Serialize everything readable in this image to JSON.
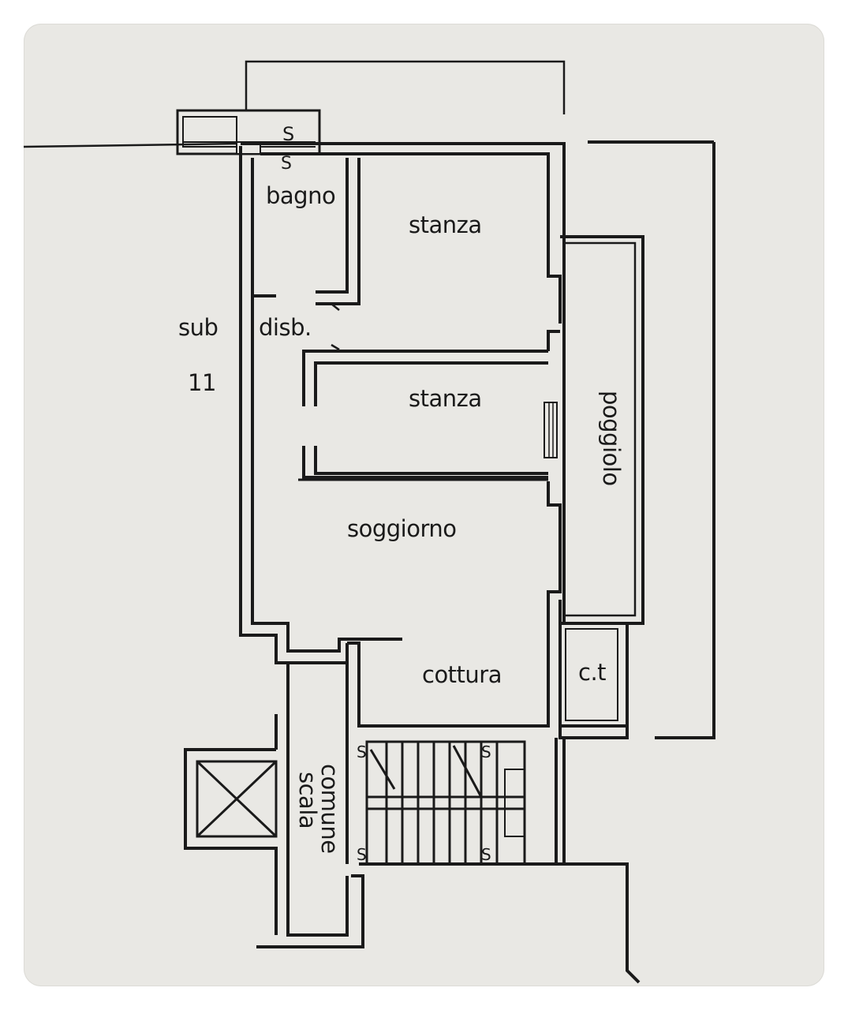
{
  "plan": {
    "labels": {
      "bagno": "bagno",
      "stanza_top": "stanza",
      "stanza_mid": "stanza",
      "disb": "disb.",
      "sub": "sub",
      "sub_number": "11",
      "soggiorno": "soggiorno",
      "cottura": "cottura",
      "ct": "c.t",
      "poggiolo": "poggiolo",
      "scala": "scala",
      "comune": "comune",
      "s_marker": "S"
    }
  }
}
